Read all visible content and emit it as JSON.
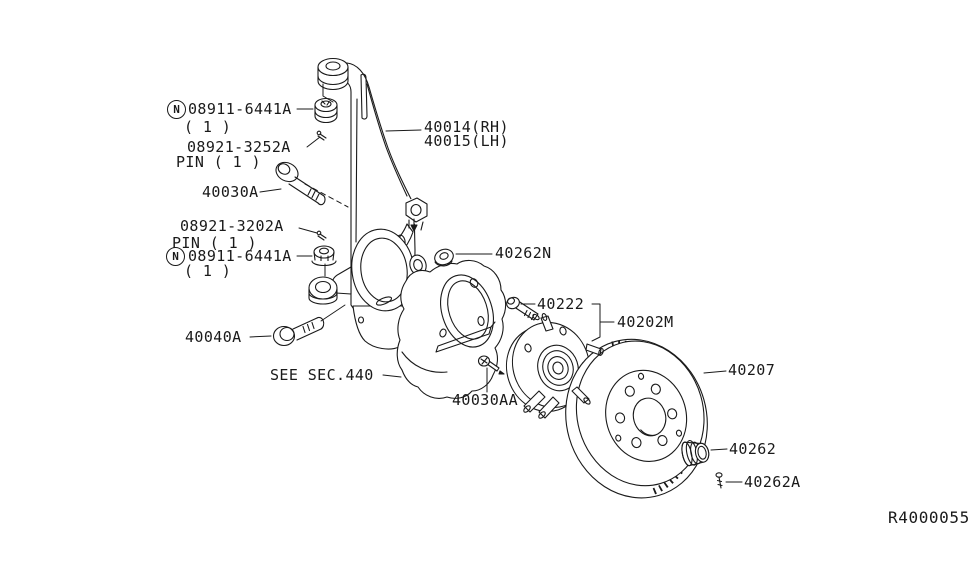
{
  "canvas": {
    "background": "#ffffff",
    "line_color": "#1a1a1a"
  },
  "drawing_number": "R4000055",
  "callouts": {
    "nut_knuckle_upper": {
      "prefix": "N",
      "part": "08911-6441A",
      "qty": "( 1 )"
    },
    "pin_upper": {
      "part": "08921-3252A",
      "qty": "PIN ( 1 )"
    },
    "bolt_knuckle_upper": {
      "part": "40030A"
    },
    "knuckle": {
      "part_rh": "40014(RH)",
      "part_lh": "40015(LH)"
    },
    "pin_lower": {
      "part": "08921-3202A",
      "qty": "PIN ( 1 )"
    },
    "nut_knuckle_lower": {
      "prefix": "N",
      "part": "08911-6441A",
      "qty": "( 1 )"
    },
    "bolt_knuckle_lower": {
      "part": "40040A"
    },
    "splash_shield_ref": {
      "part": "SEE SEC.440"
    },
    "bolt_hub": {
      "part": "40030AA"
    },
    "nut_splash_shield": {
      "part": "40262N"
    },
    "bolt_wheel_stud": {
      "part": "40222"
    },
    "hub_assembly": {
      "part": "40202M"
    },
    "rotor": {
      "part": "40207"
    },
    "hub_cap": {
      "part": "40262"
    },
    "cap_screw": {
      "part": "40262A"
    }
  }
}
